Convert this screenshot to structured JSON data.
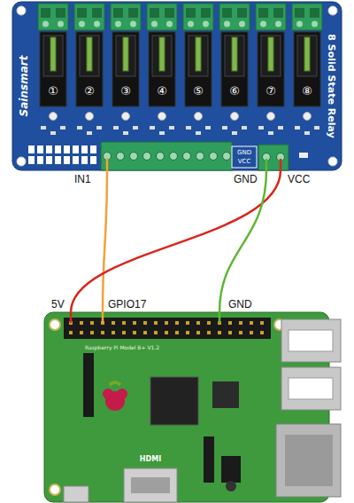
{
  "diagram": {
    "nodes": [
      {
        "text": [
          "Sainsmart",
          "8 Solid State Relay"
        ]
      },
      {
        "text": [
          "Raspberry Pi Model B+ V1.2",
          "HDMI"
        ]
      }
    ],
    "edges": [
      {
        "from": 0,
        "to": 1,
        "arrow": "none"
      },
      {
        "from": 0,
        "to": 1,
        "arrow": "none"
      },
      {
        "from": 0,
        "to": 1,
        "arrow": "none"
      }
    ],
    "labels": [
      "①",
      "②",
      "③",
      "④",
      "⑤",
      "⑥",
      "⑦",
      "⑧",
      "GND",
      "VCC",
      "IN1",
      "GND",
      "VCC",
      "5V",
      "GPIO17",
      "GND"
    ]
  }
}
